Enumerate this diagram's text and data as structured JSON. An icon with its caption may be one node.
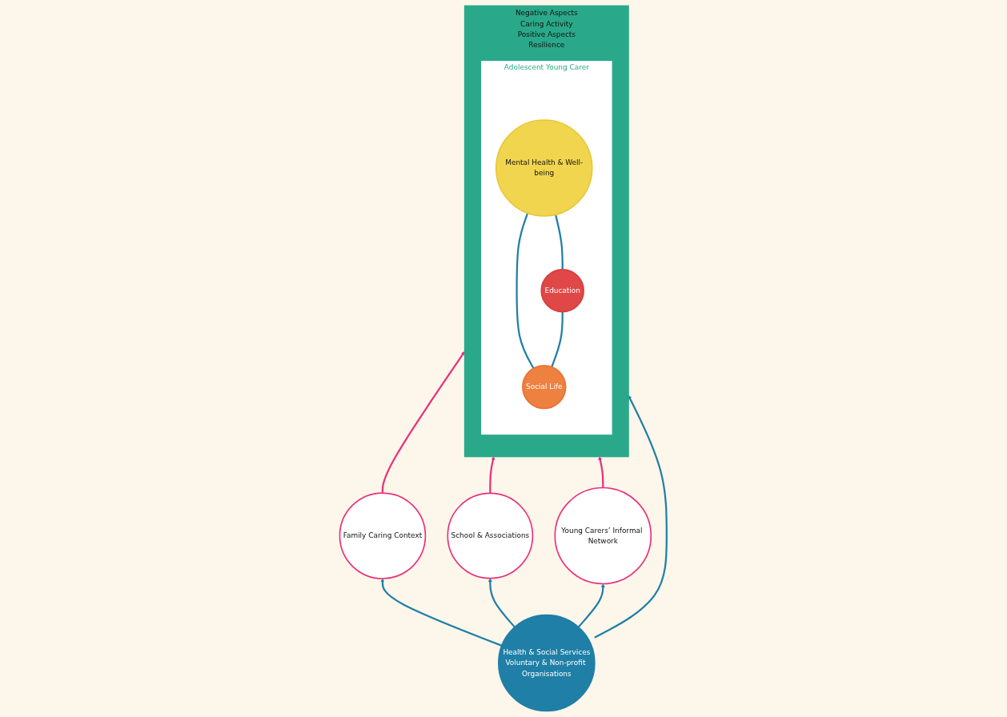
{
  "diagram": {
    "nodes": [
      {
        "text": [
          "Negative Aspects",
          "Caring Activity",
          "Positive Aspects",
          "Resilience"
        ]
      },
      {
        "text": [
          "Adolescent Young Carer"
        ],
        "in": 0
      },
      {
        "text": [
          "Mental Health & Well-being"
        ],
        "in": 1
      },
      {
        "text": [
          "Education"
        ],
        "in": 1
      },
      {
        "text": [
          "Social Life"
        ],
        "in": 1
      },
      {
        "text": [
          "Family Caring Context"
        ]
      },
      {
        "text": [
          "School & Associations"
        ]
      },
      {
        "text": [
          "Young Carers’ Informal Network"
        ]
      },
      {
        "text": [
          "Health & Social Services",
          "Voluntary & Non-profit Organisations"
        ]
      }
    ],
    "edges": [
      {
        "from": 2,
        "to": 3,
        "arrow": "none"
      },
      {
        "from": 2,
        "to": 4,
        "arrow": "none"
      },
      {
        "from": 3,
        "to": 4,
        "arrow": "none"
      },
      {
        "from": 5,
        "to": 0,
        "arrow": "to",
        "color": "#e8317a"
      },
      {
        "from": 6,
        "to": 0,
        "arrow": "to",
        "color": "#e8317a"
      },
      {
        "from": 7,
        "to": 0,
        "arrow": "to",
        "color": "#e8317a"
      },
      {
        "from": 8,
        "to": 5,
        "arrow": "to"
      },
      {
        "from": 8,
        "to": 6,
        "arrow": "to"
      },
      {
        "from": 8,
        "to": 7,
        "arrow": "to"
      },
      {
        "from": 8,
        "to": 0,
        "arrow": "to"
      }
    ]
  }
}
